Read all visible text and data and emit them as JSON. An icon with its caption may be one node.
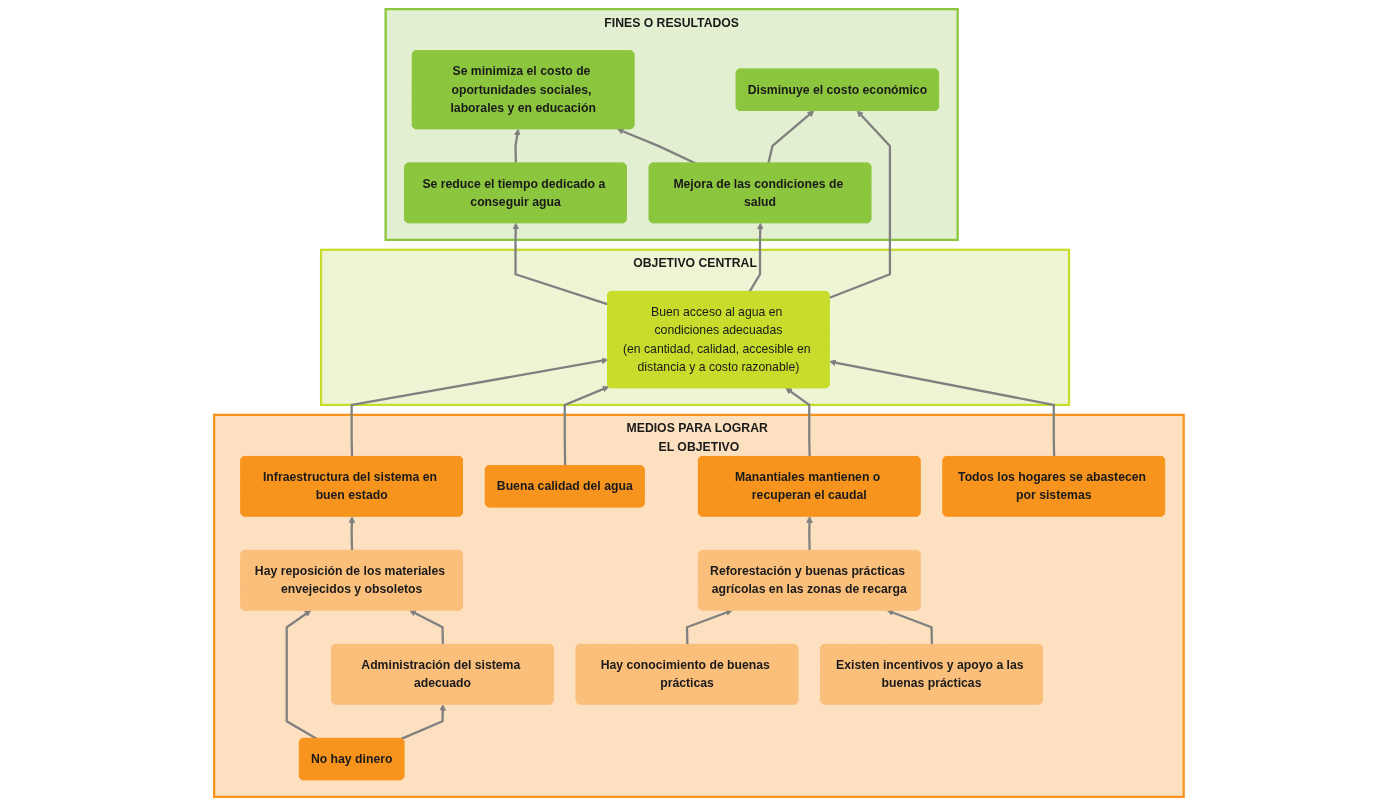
{
  "diagram": {
    "nodes": [
      {
        "text": [
          "FINES O RESULTADOS"
        ]
      },
      {
        "text": [
          "Se minimiza el costo de oportunidades sociales, laborales y en educación"
        ],
        "in": 0
      },
      {
        "text": [
          "Disminuye el costo económico"
        ],
        "in": 0
      },
      {
        "text": [
          "Se reduce el tiempo dedicado a conseguir agua"
        ],
        "in": 0
      },
      {
        "text": [
          "Mejora de las condiciones de salud"
        ],
        "in": 0
      },
      {
        "text": [
          "OBJETIVO CENTRAL"
        ]
      },
      {
        "text": [
          "Buen acceso al agua en condiciones adecuadas",
          "(en cantidad, calidad, accesible en distancia y a costo razonable)"
        ],
        "in": 5
      },
      {
        "text": [
          "MEDIOS PARA LOGRAR EL OBJETIVO"
        ]
      },
      {
        "text": [
          "Infraestructura del sistema en buen estado"
        ],
        "in": 7
      },
      {
        "text": [
          "Buena calidad del agua"
        ],
        "in": 7
      },
      {
        "text": [
          "Manantiales mantienen o recuperan el caudal"
        ],
        "in": 7
      },
      {
        "text": [
          "Todos los hogares se abastecen por sistemas"
        ],
        "in": 7
      },
      {
        "text": [
          "Hay reposición de los materiales envejecidos y obsoletos"
        ],
        "in": 7
      },
      {
        "text": [
          "Reforestación y buenas prácticas agrícolas en las zonas de recarga"
        ],
        "in": 7
      },
      {
        "text": [
          "No hay dinero"
        ],
        "in": 7
      },
      {
        "text": [
          "Administración del sistema adecuado"
        ],
        "in": 7
      },
      {
        "text": [
          "Hay conocimiento de buenas prácticas"
        ],
        "in": 7
      },
      {
        "text": [
          "Existen incentivos y apoyo a las buenas prácticas"
        ],
        "in": 7
      }
    ],
    "edges": [
      {
        "from": 3,
        "to": 1,
        "arrow": "to"
      },
      {
        "from": 4,
        "to": 1,
        "arrow": "to"
      },
      {
        "from": 4,
        "to": 2,
        "arrow": "to"
      },
      {
        "from": 6,
        "to": 3,
        "arrow": "to"
      },
      {
        "from": 6,
        "to": 2,
        "arrow": "to"
      },
      {
        "from": 6,
        "to": 4,
        "arrow": "to"
      },
      {
        "from": 8,
        "to": 6,
        "arrow": "to"
      },
      {
        "from": 9,
        "to": 6,
        "arrow": "to"
      },
      {
        "from": 10,
        "to": 6,
        "arrow": "to"
      },
      {
        "from": 11,
        "to": 6,
        "arrow": "to"
      },
      {
        "from": 12,
        "to": 8,
        "arrow": "to"
      },
      {
        "from": 14,
        "to": 12,
        "arrow": "to"
      },
      {
        "from": 14,
        "to": 15,
        "arrow": "to"
      },
      {
        "from": 15,
        "to": 12,
        "arrow": "to"
      },
      {
        "from": 13,
        "to": 10,
        "arrow": "to"
      },
      {
        "from": 16,
        "to": 13,
        "arrow": "to"
      },
      {
        "from": 17,
        "to": 13,
        "arrow": "to"
      }
    ]
  }
}
